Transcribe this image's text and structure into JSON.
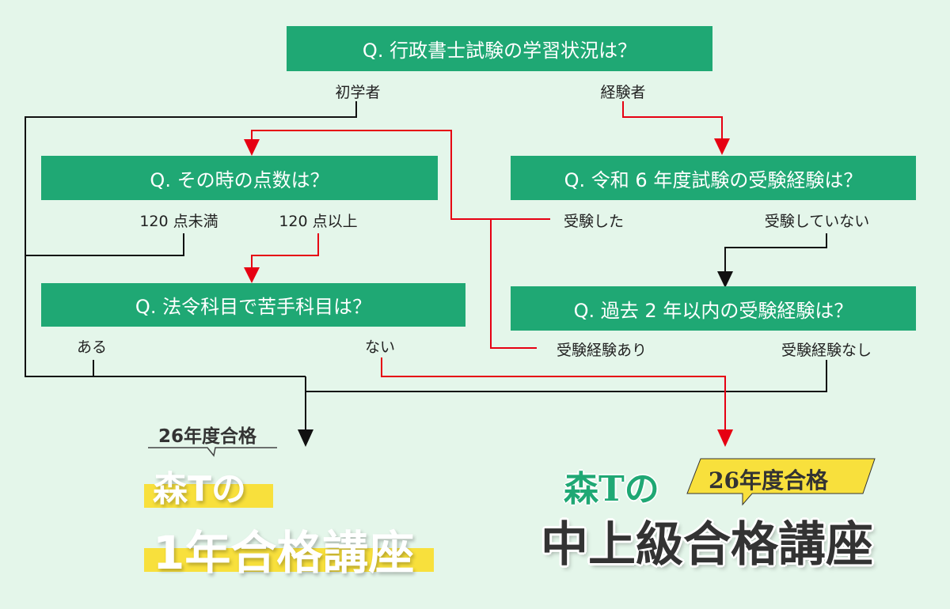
{
  "colors": {
    "background": "#e4f6ea",
    "box": "#1fa874",
    "red": "#e60012",
    "black": "#111111",
    "yellow": "#f8e03c"
  },
  "questions": {
    "q1": "Q. 行政書士試験の学習状況は？",
    "q2": "Q. その時の点数は？",
    "q3": "Q. 令和 6 年度試験の受験経験は？",
    "q4": "Q. 法令科目で苦手科目は？",
    "q5": "Q. 過去 2 年以内の受験経験は？"
  },
  "answers": {
    "beginner": "初学者",
    "experienced": "経験者",
    "under120": "120 点未満",
    "over120": "120 点以上",
    "took": "受験した",
    "not_took": "受験していない",
    "has_weak": "ある",
    "no_weak": "ない",
    "has_exp": "受験経験あり",
    "no_exp": "受験経験なし"
  },
  "results": {
    "left": {
      "badge": "26年度合格",
      "line1": "森Tの",
      "line2": "1年合格講座"
    },
    "right": {
      "badge": "26年度合格",
      "line1": "森Tの",
      "line2": "中上級合格講座"
    }
  }
}
